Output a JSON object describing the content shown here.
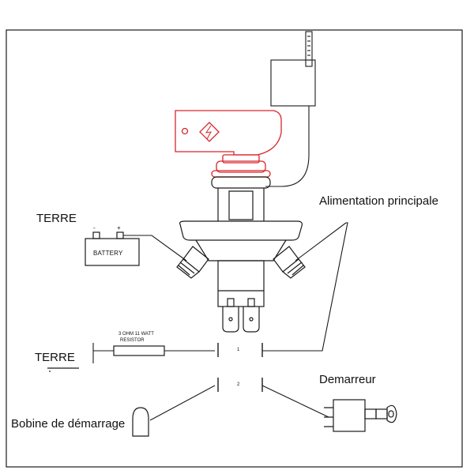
{
  "labels": {
    "terre_top": "TERRE",
    "alimentation": "Alimentation principale",
    "battery": "BATTERY",
    "battery_minus": "-",
    "battery_plus": "+",
    "resistor_line1": "3 OHM 11 WATT",
    "resistor_line2": "RESISTOR",
    "terre_bottom": "TERRE",
    "terminal_1": "1",
    "terminal_2": "2",
    "demarreur": "Demarreur",
    "bobine": "Bobine de démarrage"
  },
  "colors": {
    "line": "#1a1a1a",
    "handle": "#d9252a",
    "background": "#ffffff"
  },
  "icons": {
    "handle_symbol": "lightning-icon",
    "key": "key-icon",
    "ground": "ground-icon"
  }
}
